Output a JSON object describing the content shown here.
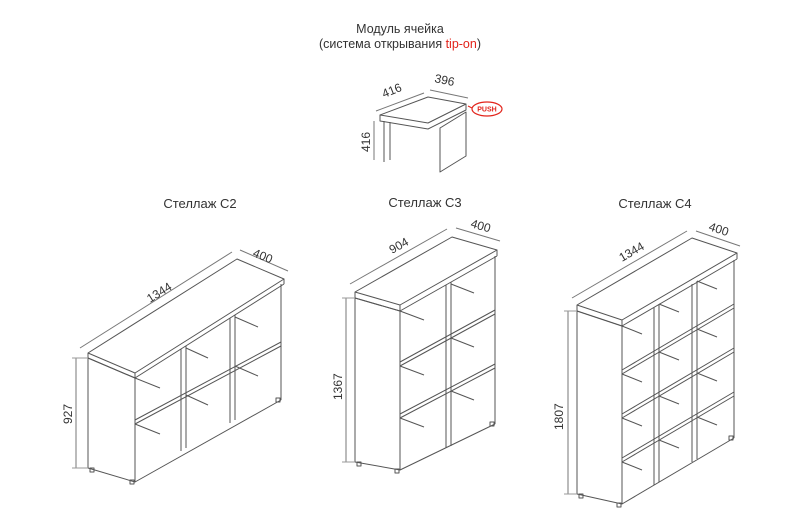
{
  "module": {
    "title_line1": "Модуль ячейка",
    "title_line2_prefix": "(система открывания ",
    "title_line2_accent": "tip-on",
    "title_line2_suffix": ")",
    "dim_depth": "416",
    "dim_width": "396",
    "dim_height": "416",
    "push_label": "PUSH"
  },
  "racks": [
    {
      "title": "Стеллаж С2",
      "width": "1344",
      "depth": "400",
      "height": "927"
    },
    {
      "title": "Стеллаж С3",
      "width": "904",
      "depth": "400",
      "height": "1367"
    },
    {
      "title": "Стеллаж С4",
      "width": "1344",
      "depth": "400",
      "height": "1807"
    }
  ],
  "colors": {
    "line": "#555555",
    "accent": "#e2231a",
    "text": "#333333"
  }
}
